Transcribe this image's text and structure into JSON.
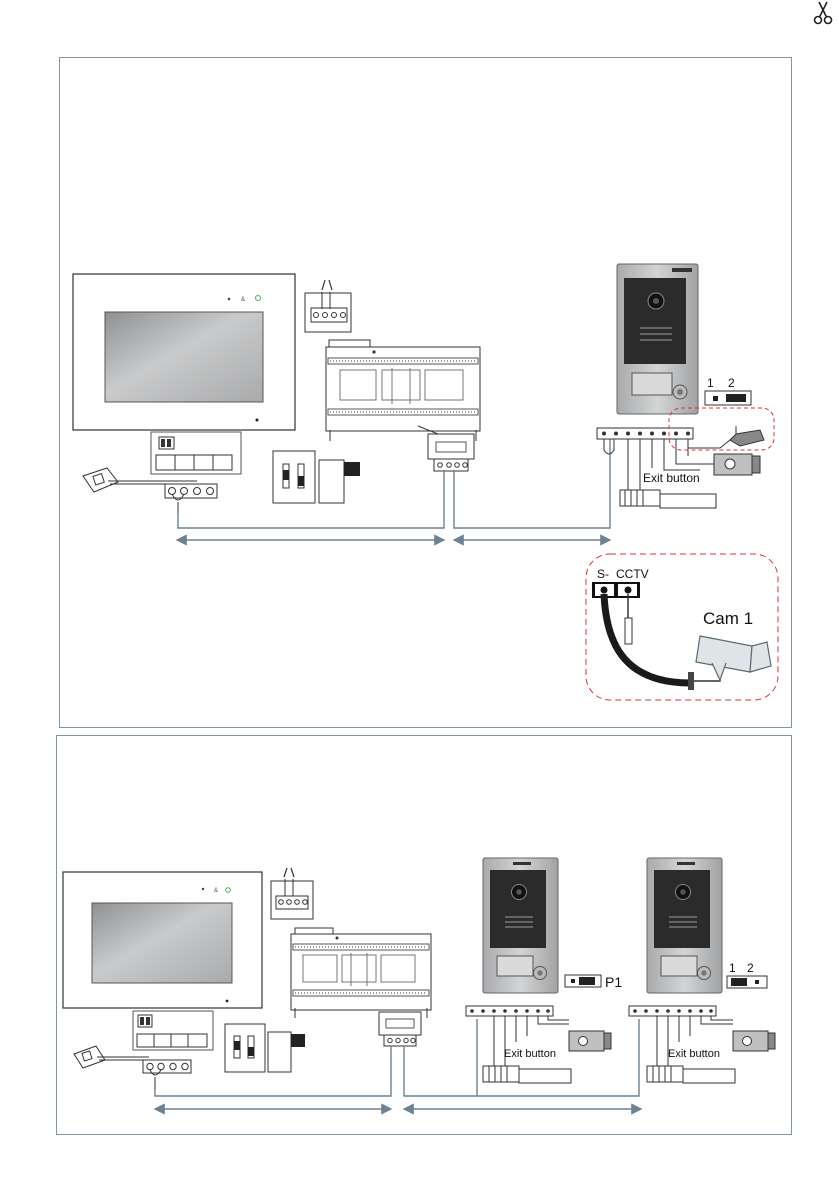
{
  "panel1": {
    "dip_switch": {
      "label_1": "1",
      "label_2": "2"
    },
    "exit_button_label": "Exit button",
    "cctv_detail": {
      "terminal_left": "S-",
      "terminal_right": "CCTV",
      "camera_label": "Cam 1"
    }
  },
  "panel2": {
    "door_panel_1": {
      "jumper_label": "P1",
      "exit_button_label": "Exit button"
    },
    "door_panel_2": {
      "dip_label_1": "1",
      "dip_label_2": "2",
      "exit_button_label": "Exit button"
    }
  },
  "colors": {
    "panel_border": "#7f96a6",
    "wire": "#6b8294",
    "dashed_detail": "#d8343a",
    "device_gray": "#9a9c9e"
  }
}
